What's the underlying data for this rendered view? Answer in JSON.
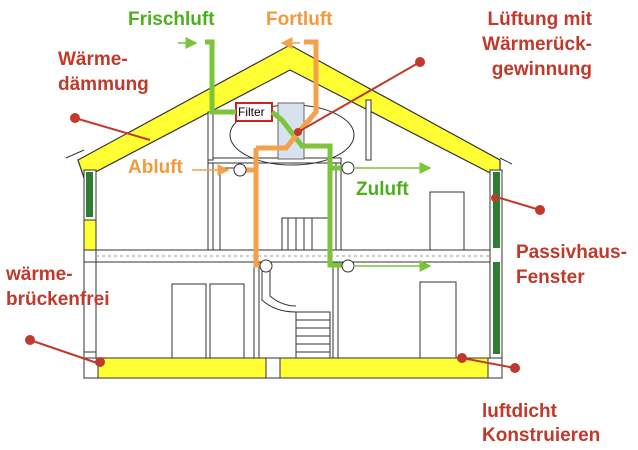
{
  "labels": {
    "frischluft": "Frischluft",
    "fortluft": "Fortluft",
    "lueftung_line1": "Lüftung mit",
    "lueftung_line2": "Wärmerück-",
    "lueftung_line3": "gewinnung",
    "waermedaemmung_line1": "Wärme-",
    "waermedaemmung_line2": "dämmung",
    "abluft": "Abluft",
    "zuluft": "Zuluft",
    "filter": "Filter",
    "passivhaus_line1": "Passivhaus-",
    "passivhaus_line2": "Fenster",
    "waermebrueckenfrei_line1": "wärme-",
    "waermebrueckenfrei_line2": "brückenfrei",
    "luftdicht_line1": "luftdicht",
    "luftdicht_line2": "Konstruieren"
  },
  "colors": {
    "insulation": "#ffff33",
    "supply_air": "#7cc43a",
    "exhaust_air": "#f5a04a",
    "callout": "#c0392b",
    "window_frame": "#2e7d32",
    "structure": "#333333"
  }
}
